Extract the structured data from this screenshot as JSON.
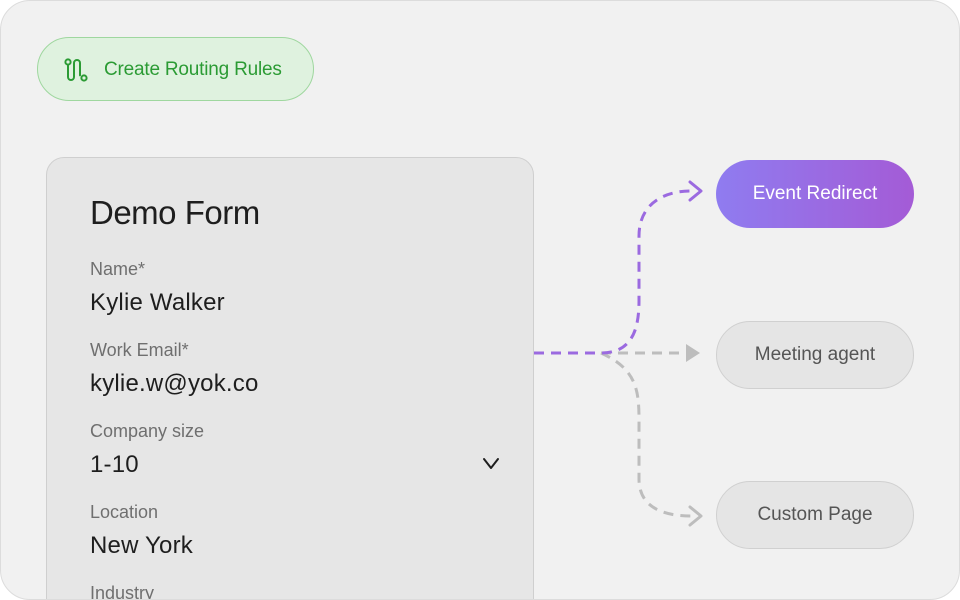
{
  "header": {
    "button_label": "Create Routing Rules",
    "button_icon": "route-icon",
    "accent_color": "#2b9b34"
  },
  "form": {
    "title": "Demo Form",
    "fields": [
      {
        "label": "Name*",
        "value": "Kylie Walker"
      },
      {
        "label": "Work Email*",
        "value": "kylie.w@yok.co"
      },
      {
        "label": "Company size",
        "value": "1-10",
        "control": "chevron-down-icon"
      },
      {
        "label": "Location",
        "value": "New York"
      },
      {
        "label": "Industry",
        "value": ""
      }
    ]
  },
  "routes": {
    "active_color": "#9b6ae0",
    "inactive_color": "#bdbdbd",
    "destinations": [
      {
        "label": "Event Redirect",
        "active": true
      },
      {
        "label": "Meeting agent",
        "active": false
      },
      {
        "label": "Custom Page",
        "active": false
      }
    ]
  }
}
